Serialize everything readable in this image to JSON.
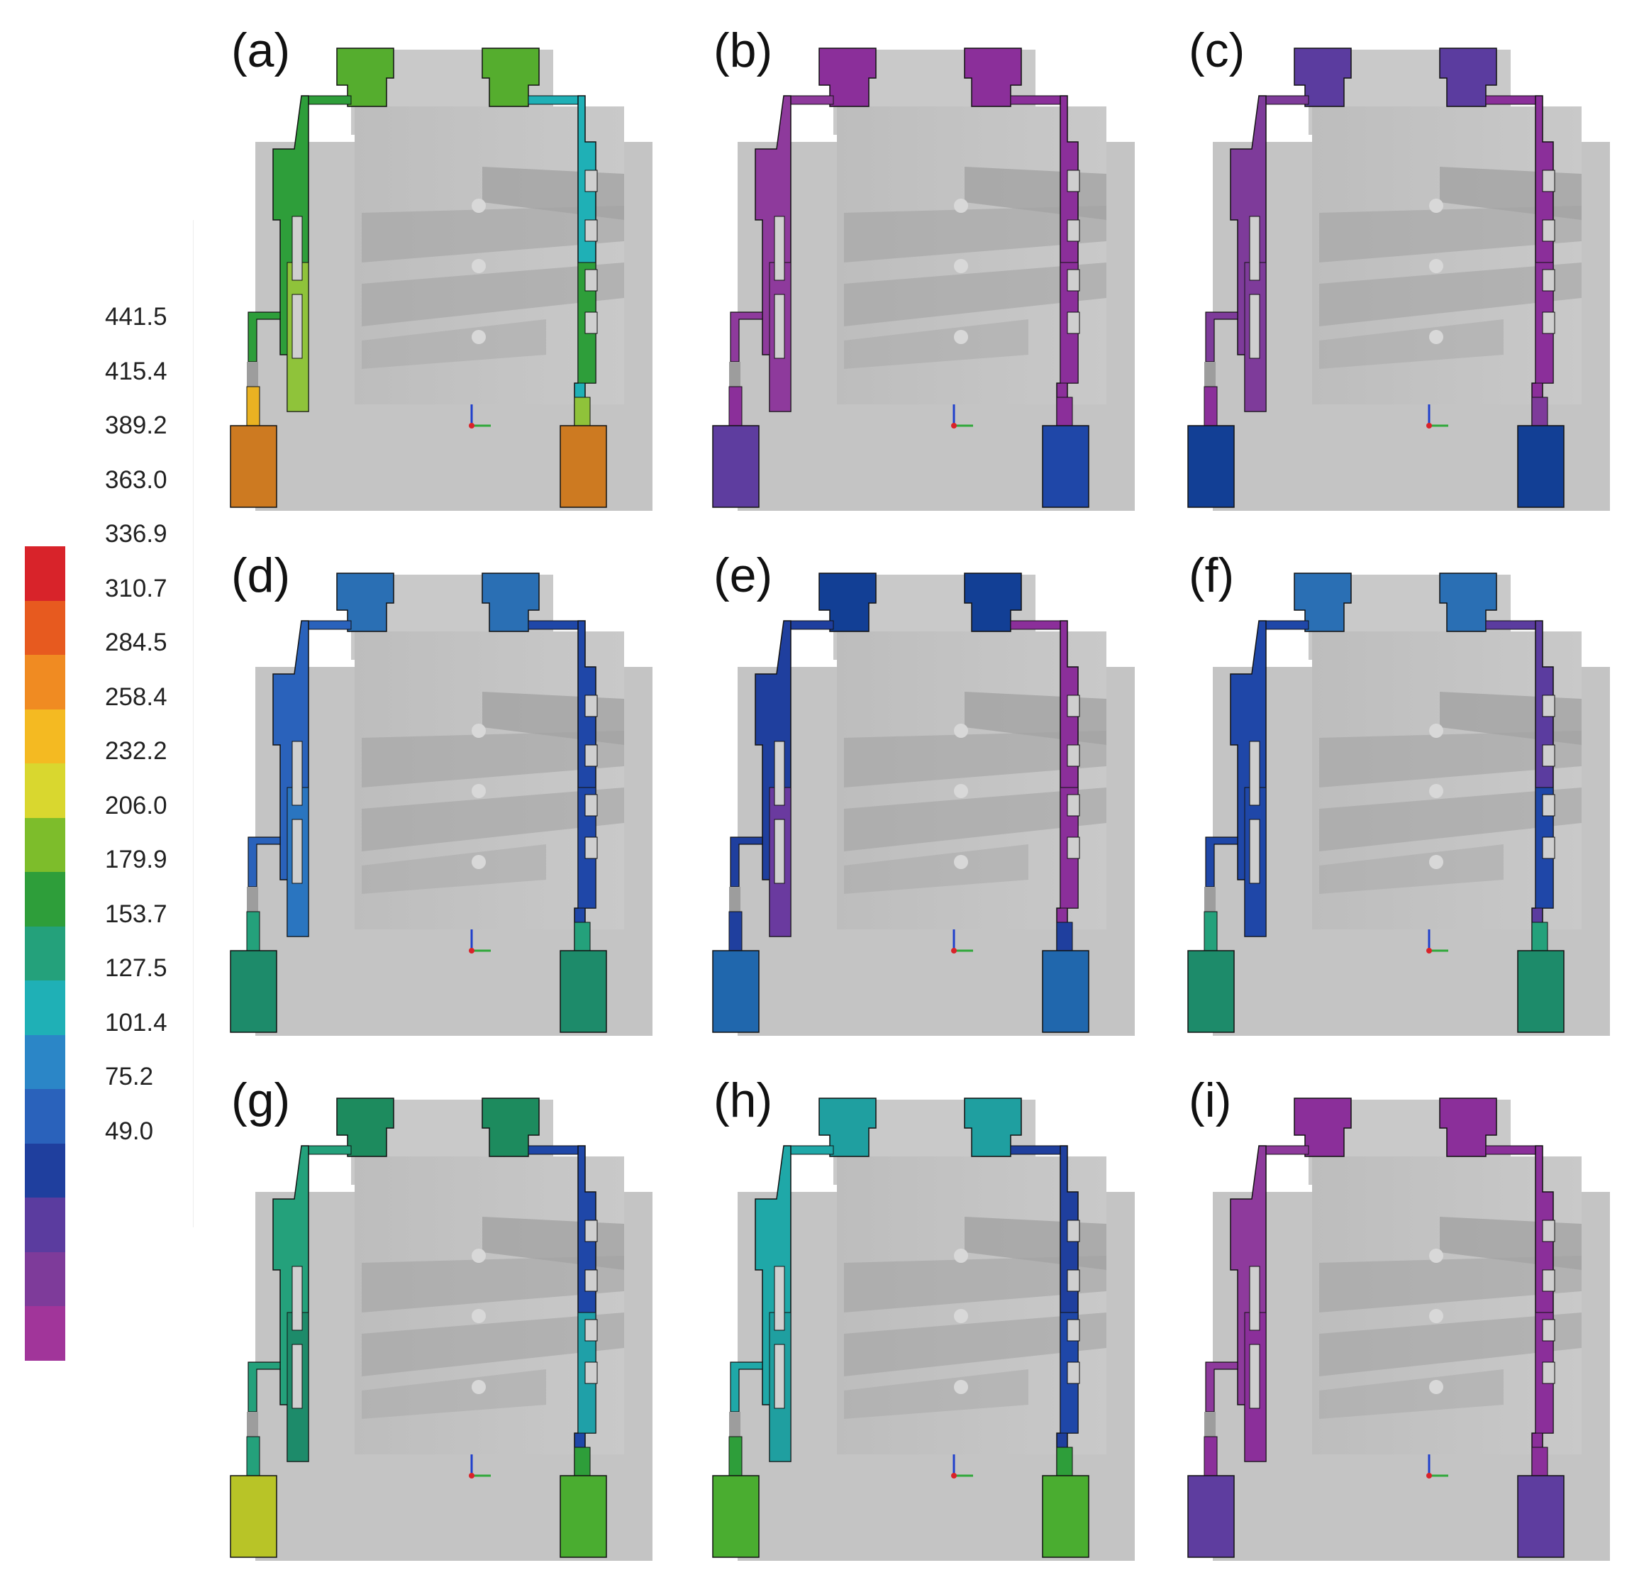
{
  "legend": {
    "labels": [
      "441.5",
      "415.4",
      "389.2",
      "363.0",
      "336.9",
      "310.7",
      "284.5",
      "258.4",
      "232.2",
      "206.0",
      "179.9",
      "153.7",
      "127.5",
      "101.4",
      "75.2",
      "49.0"
    ],
    "colors": [
      "#d8232a",
      "#e75a1f",
      "#f08b22",
      "#f4ba22",
      "#d9d72f",
      "#7dbd2b",
      "#2e9e3a",
      "#24a17b",
      "#1fb0b6",
      "#2b86c7",
      "#2a62bb",
      "#1f3f9e",
      "#5b3c9f",
      "#7e3b9a",
      "#a1359a"
    ]
  },
  "panels": [
    {
      "label": "(a)",
      "top": "#55ad2e",
      "left_upper": "#2e9e3a",
      "left_mid": "#8fc33a",
      "right_upper": "#1fb0b6",
      "right_mid": "#2e9e3a",
      "left_foot": "#cd7a21",
      "right_foot": "#cd7a21",
      "left_neck": "#eab222",
      "right_neck": "#8fc33a"
    },
    {
      "label": "(b)",
      "top": "#8b2f9a",
      "left_upper": "#8e3a9c",
      "left_mid": "#8e3a9c",
      "right_upper": "#8b2f9a",
      "right_mid": "#8b2f9a",
      "left_foot": "#5e3d9f",
      "right_foot": "#1f47a8",
      "left_neck": "#8b2f9a",
      "right_neck": "#8b2f9a"
    },
    {
      "label": "(c)",
      "top": "#5b3c9f",
      "left_upper": "#7e3b9a",
      "left_mid": "#7e3b9a",
      "right_upper": "#8b2f9a",
      "right_mid": "#8b2f9a",
      "left_foot": "#123f95",
      "right_foot": "#123f95",
      "left_neck": "#8b2f9a",
      "right_neck": "#7e3b9a"
    },
    {
      "label": "(d)",
      "top": "#2a6fb4",
      "left_upper": "#2a62bb",
      "left_mid": "#2a75c0",
      "right_upper": "#1f47a8",
      "right_mid": "#1f47a8",
      "left_foot": "#1d8b6a",
      "right_foot": "#1d8b6a",
      "left_neck": "#24a17b",
      "right_neck": "#24a17b"
    },
    {
      "label": "(e)",
      "top": "#123f95",
      "left_upper": "#1f3f9e",
      "left_mid": "#6a3a9f",
      "right_upper": "#8b2f9a",
      "right_mid": "#8b2f9a",
      "left_foot": "#2067ad",
      "right_foot": "#2067ad",
      "left_neck": "#1f3f9e",
      "right_neck": "#1f3f9e"
    },
    {
      "label": "(f)",
      "top": "#2a6fb4",
      "left_upper": "#1f47a8",
      "left_mid": "#1f47a8",
      "right_upper": "#5b3c9f",
      "right_mid": "#1f47a8",
      "left_foot": "#1d8b6a",
      "right_foot": "#1d8b6a",
      "left_neck": "#24a17b",
      "right_neck": "#24a17b"
    },
    {
      "label": "(g)",
      "top": "#1d8b5e",
      "left_upper": "#24a17b",
      "left_mid": "#1d8b6a",
      "right_upper": "#1f47a8",
      "right_mid": "#1fa0a8",
      "left_foot": "#b8c427",
      "right_foot": "#4aad30",
      "left_neck": "#24a17b",
      "right_neck": "#2e9e3a"
    },
    {
      "label": "(h)",
      "top": "#1f9fa0",
      "left_upper": "#1fa8a8",
      "left_mid": "#1f9fa0",
      "right_upper": "#1f3f9e",
      "right_mid": "#1f47a8",
      "left_foot": "#4aad30",
      "right_foot": "#4aad30",
      "left_neck": "#2e9e3a",
      "right_neck": "#2e9e3a"
    },
    {
      "label": "(i)",
      "top": "#8b2f9a",
      "left_upper": "#8e3a9c",
      "left_mid": "#8b2f9a",
      "right_upper": "#8b2f9a",
      "right_mid": "#8b2f9a",
      "left_foot": "#5e3d9f",
      "right_foot": "#5e3d9f",
      "left_neck": "#8b2f9a",
      "right_neck": "#8b2f9a"
    }
  ]
}
